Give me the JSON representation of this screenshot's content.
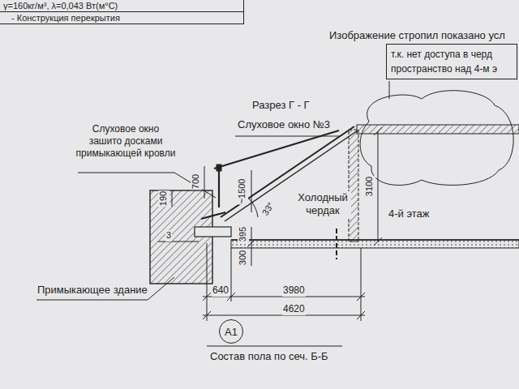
{
  "diagram": {
    "nodes": [
      {
        "text": [
          "Изображение стропил показано усл",
          "т.к. нет доступа в черд пространство над 4-м э"
        ]
      },
      {
        "text": [
          "A1"
        ]
      },
      {
        "text": [
          "γ=160кг/м³, λ=0,043 Вт(м°С)",
          "- Конструкция перекрытия"
        ]
      }
    ],
    "labels": [
      "Разрез Г - Г",
      "Слуховое окно зашито досками примыкающей кровли",
      "Слуховое окно №3",
      "Холодный чердак",
      "4-й этаж",
      "Примыкающее здание",
      "Состав пола по сеч. Б-Б",
      "190",
      "700",
      "~1500",
      "33°",
      "3",
      "395",
      "300",
      "3100",
      "640",
      "3980",
      "4620"
    ]
  }
}
